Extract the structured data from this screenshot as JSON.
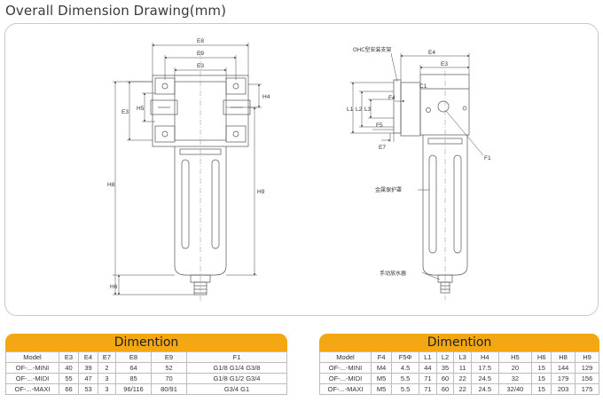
{
  "page_title": "Overall Dimension Drawing(mm)",
  "left_labels": {
    "E8": "E8",
    "E9": "E9",
    "E3": "E3",
    "H4": "H4",
    "H5": "H5",
    "E3v": "E3",
    "H8": "H8",
    "H9": "H9",
    "H6": "H6"
  },
  "right_labels": {
    "E4": "E4",
    "E3": "E3",
    "bracket": "OHC型安装支架",
    "F4": "F4",
    "C1": "C1",
    "F5": "F5",
    "L3": "L3",
    "L2": "L2",
    "L1": "L1",
    "E7": "E7",
    "F1": "F1",
    "guard": "金属保护罩",
    "drain": "手动放水器"
  },
  "left_table": {
    "title": "Dimention",
    "headers": [
      "Model",
      "E3",
      "E4",
      "E7",
      "E8",
      "E9",
      "F1"
    ],
    "rows": [
      [
        "OF-...-MINI",
        "40",
        "39",
        "2",
        "64",
        "52",
        "G1/8 G1/4 G3/8"
      ],
      [
        "OF-...-MIDI",
        "55",
        "47",
        "3",
        "85",
        "70",
        "G1/8 G1/2 G3/4"
      ],
      [
        "OF-...-MAXI",
        "66",
        "53",
        "3",
        "96/116",
        "80/91",
        "G3/4 G1"
      ]
    ]
  },
  "right_table": {
    "title": "Dimention",
    "headers": [
      "Model",
      "F4",
      "F5Φ",
      "L1",
      "L2",
      "L3",
      "H4",
      "H5",
      "H6",
      "H8",
      "H9"
    ],
    "rows": [
      [
        "OF-...-MINI",
        "M4",
        "4.5",
        "44",
        "35",
        "11",
        "17.5",
        "20",
        "15",
        "144",
        "129"
      ],
      [
        "OF-...-MIDI",
        "M5",
        "5.5",
        "71",
        "60",
        "22",
        "24.5",
        "32",
        "15",
        "179",
        "156"
      ],
      [
        "OF-...-MAXI",
        "M5",
        "5.5",
        "71",
        "60",
        "22",
        "24.5",
        "32/40",
        "15",
        "203",
        "175"
      ]
    ]
  }
}
